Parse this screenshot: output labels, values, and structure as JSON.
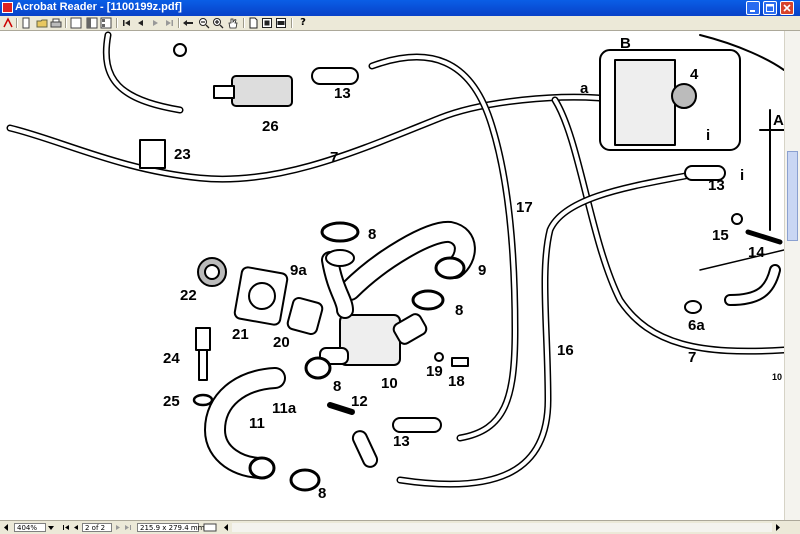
{
  "window": {
    "title": "Acrobat Reader - [1100199z.pdf]"
  },
  "toolbar": {
    "icons": [
      "new-icon",
      "open-icon",
      "print-icon",
      "page-only-icon",
      "bookmarks-icon",
      "thumbnails-icon",
      "first-page-icon",
      "previous-page-icon",
      "next-page-icon",
      "last-page-icon",
      "go-back-icon",
      "zoom-out-icon",
      "zoom-in-icon",
      "hand-tool-icon",
      "actual-size-icon",
      "fit-page-icon",
      "fit-width-icon",
      "help-icon"
    ]
  },
  "diagram": {
    "labels": [
      "13",
      "26",
      "23",
      "7",
      "B",
      "a",
      "4",
      "i",
      "A",
      "13",
      "i",
      "17",
      "8",
      "15",
      "14",
      "9a",
      "9",
      "22",
      "21",
      "8",
      "20",
      "24",
      "10",
      "19",
      "18",
      "16",
      "6a",
      "7",
      "25",
      "8",
      "11a",
      "12",
      "11",
      "13",
      "8",
      "10"
    ]
  },
  "statusbar": {
    "zoom": "404%",
    "page": "2 of 2",
    "page_size": "215.9 x 279.4 mm"
  }
}
